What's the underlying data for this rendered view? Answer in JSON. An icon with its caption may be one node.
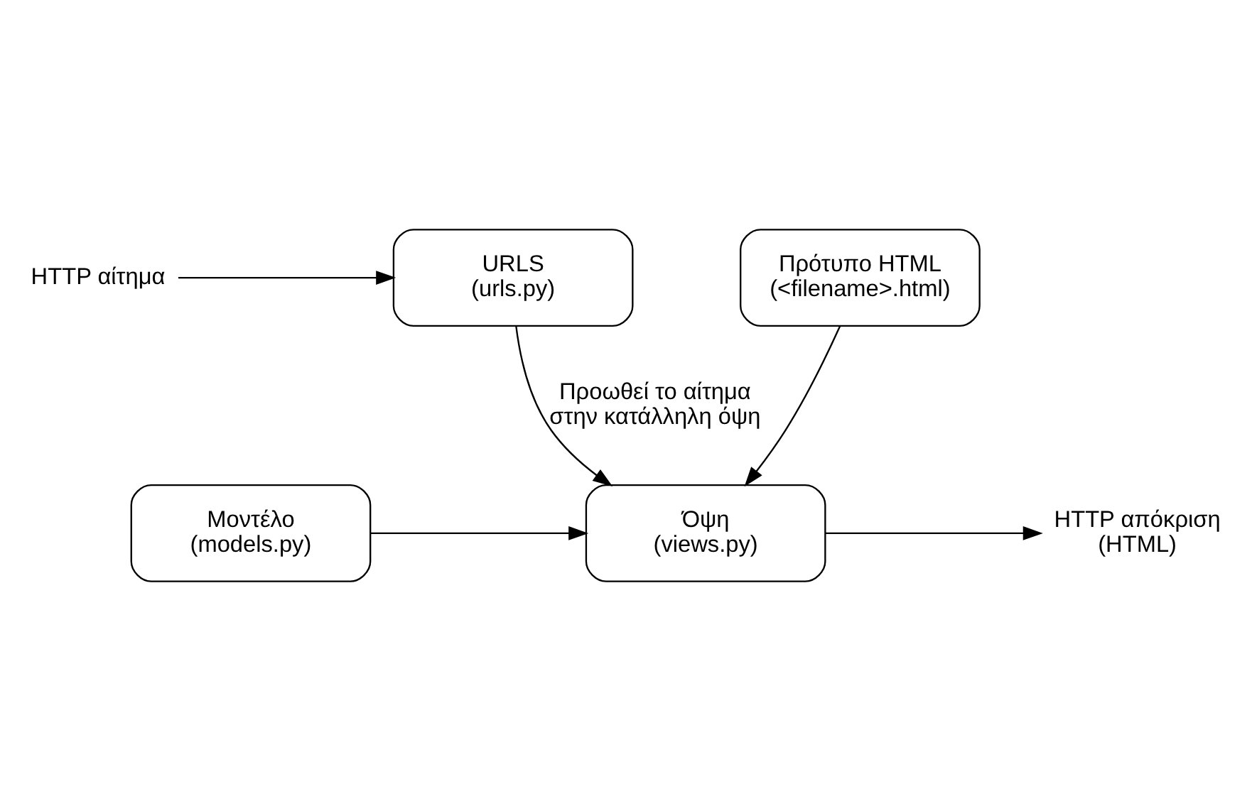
{
  "diagram": {
    "nodes": [
      {
        "text": [
          "HTTP αίτημα"
        ]
      },
      {
        "text": [
          "URLS",
          "(urls.py)"
        ]
      },
      {
        "text": [
          "Μοντέλο",
          "(models.py)"
        ]
      },
      {
        "text": [
          "Όψη",
          "(views.py)"
        ]
      },
      {
        "text": [
          "HTTP απόκριση",
          "(HTML)"
        ]
      },
      {
        "text": [
          "Πρότυπο HTML",
          "(<filename>.html)"
        ]
      }
    ],
    "edges": [
      {
        "from": 0,
        "to": 1,
        "arrow": "to"
      },
      {
        "from": 1,
        "to": 3,
        "arrow": "to",
        "label": "Προωθεί το αίτημα στην κατάλληλη όψη"
      },
      {
        "from": 2,
        "to": 3,
        "arrow": "to"
      },
      {
        "from": 3,
        "to": 4,
        "arrow": "to"
      },
      {
        "from": 5,
        "to": 3,
        "arrow": "to"
      }
    ]
  }
}
